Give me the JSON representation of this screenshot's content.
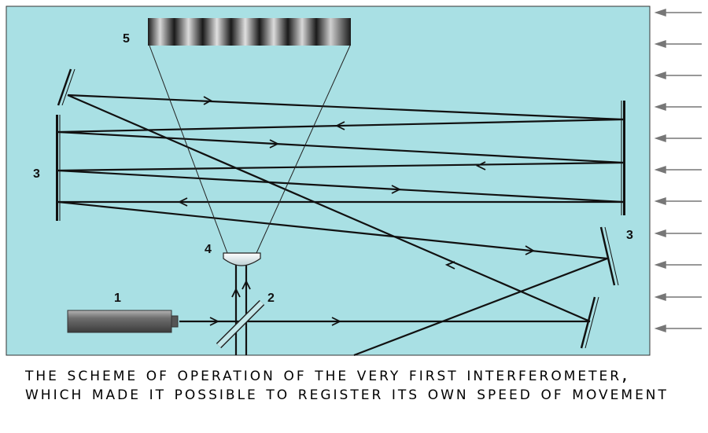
{
  "caption": "The scheme of operation of the very first interferometer, which made it possible to register its own speed of movement",
  "labels": {
    "laser": "1",
    "beam_splitter": "2",
    "mirror_left": "3",
    "mirror_right": "3",
    "lens": "4",
    "fringe_screen": "5"
  },
  "colors": {
    "background_panel": "#a9e0e4",
    "beam": "#111111",
    "incoming_arrow": "#777777",
    "laser_body": "#7a7a7a"
  }
}
